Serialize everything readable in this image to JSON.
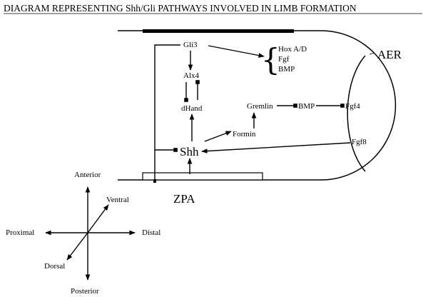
{
  "title": "DIAGRAM REPRESENTING Shh/Gli PATHWAYS INVOLVED IN LIMB FORMATION",
  "nodes": {
    "gli3": "Gli3",
    "alx4": "Alx4",
    "dhand": "dHand",
    "shh": "Shh",
    "formin": "Formin",
    "gremlin": "Gremlin",
    "bmp_mid": "BMP",
    "fgf4": "Fgf4",
    "fgf8": "Fgf8",
    "hox": "Hox A/D",
    "fgf": "Fgf",
    "bmp_top": "BMP",
    "aer": "AER",
    "zpa": "ZPA"
  },
  "axes": {
    "anterior": "Anterior",
    "posterior": "Posterior",
    "proximal": "Proximal",
    "distal": "Distal",
    "ventral": "Ventral",
    "dorsal": "Dorsal"
  },
  "colors": {
    "ink": "#000000",
    "background": "#ffffff"
  }
}
